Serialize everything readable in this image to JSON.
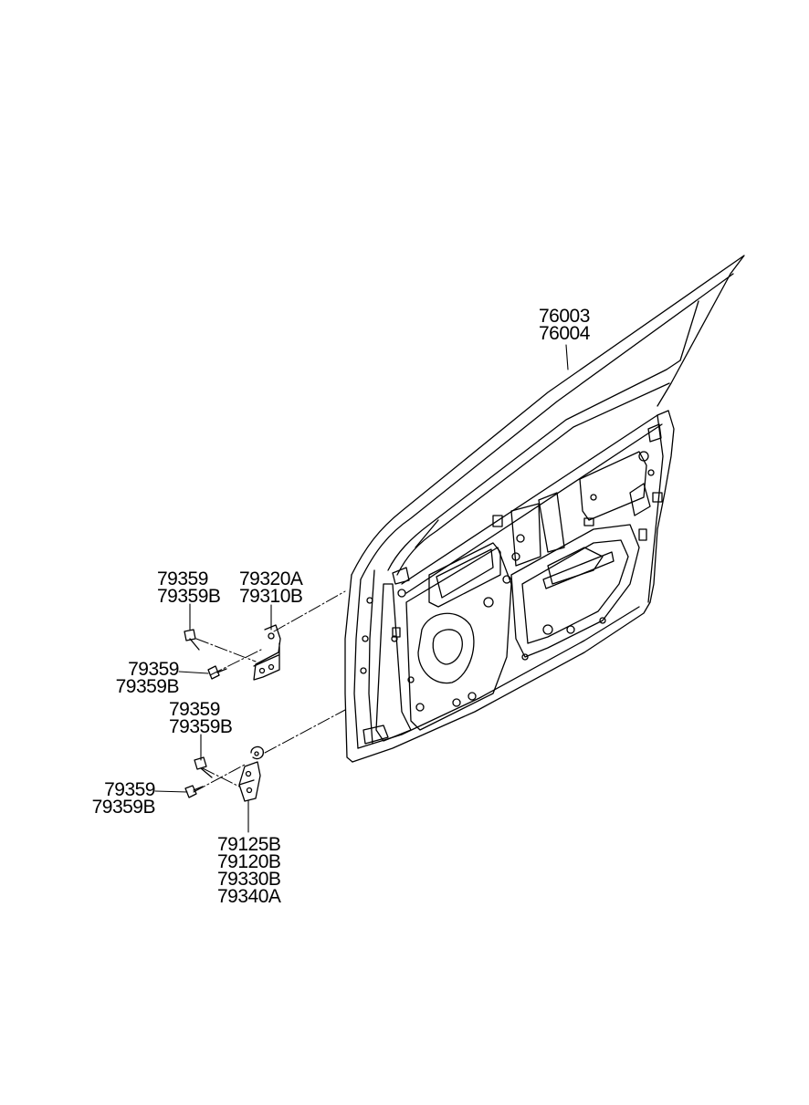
{
  "callouts": {
    "door_panel": [
      "76003",
      "76004"
    ],
    "upper_hinge": [
      "79320A",
      "79310B"
    ],
    "upper_bolt_top": [
      "79359",
      "79359B"
    ],
    "upper_bolt_side": [
      "79359",
      "79359B"
    ],
    "lower_bolt_top": [
      "79359",
      "79359B"
    ],
    "lower_bolt_side": [
      "79359",
      "79359B"
    ],
    "lower_hinge": [
      "79125B",
      "79120B",
      "79330B",
      "79340A"
    ]
  }
}
